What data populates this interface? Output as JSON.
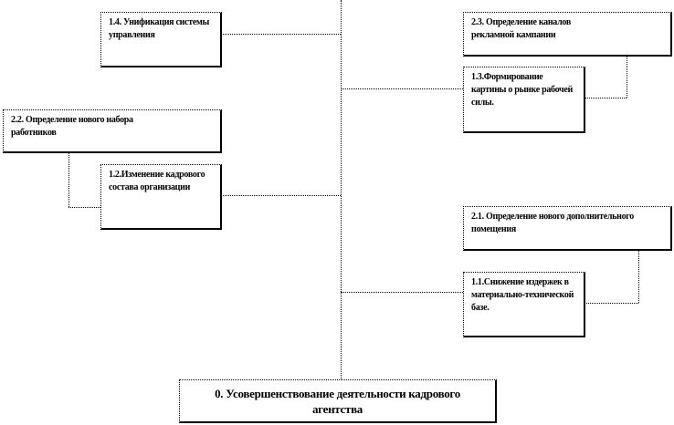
{
  "root": {
    "label": "0.   Усовершенствование деятельности кадрового агентства"
  },
  "boxes": {
    "b14": "1.4. Унификация системы управления",
    "b22": "2.2. Определение нового набора работников",
    "b12": "1.2.Изменение кадрового состава организации",
    "b23": "2.3. Определение каналов рекламной кампании",
    "b13": "1.3.Формирование картины о рынке рабочей силы.",
    "b21": "2.1. Определение нового дополнительного помещения",
    "b11": "1.1.Снижение издержек в материально-технической базе."
  }
}
